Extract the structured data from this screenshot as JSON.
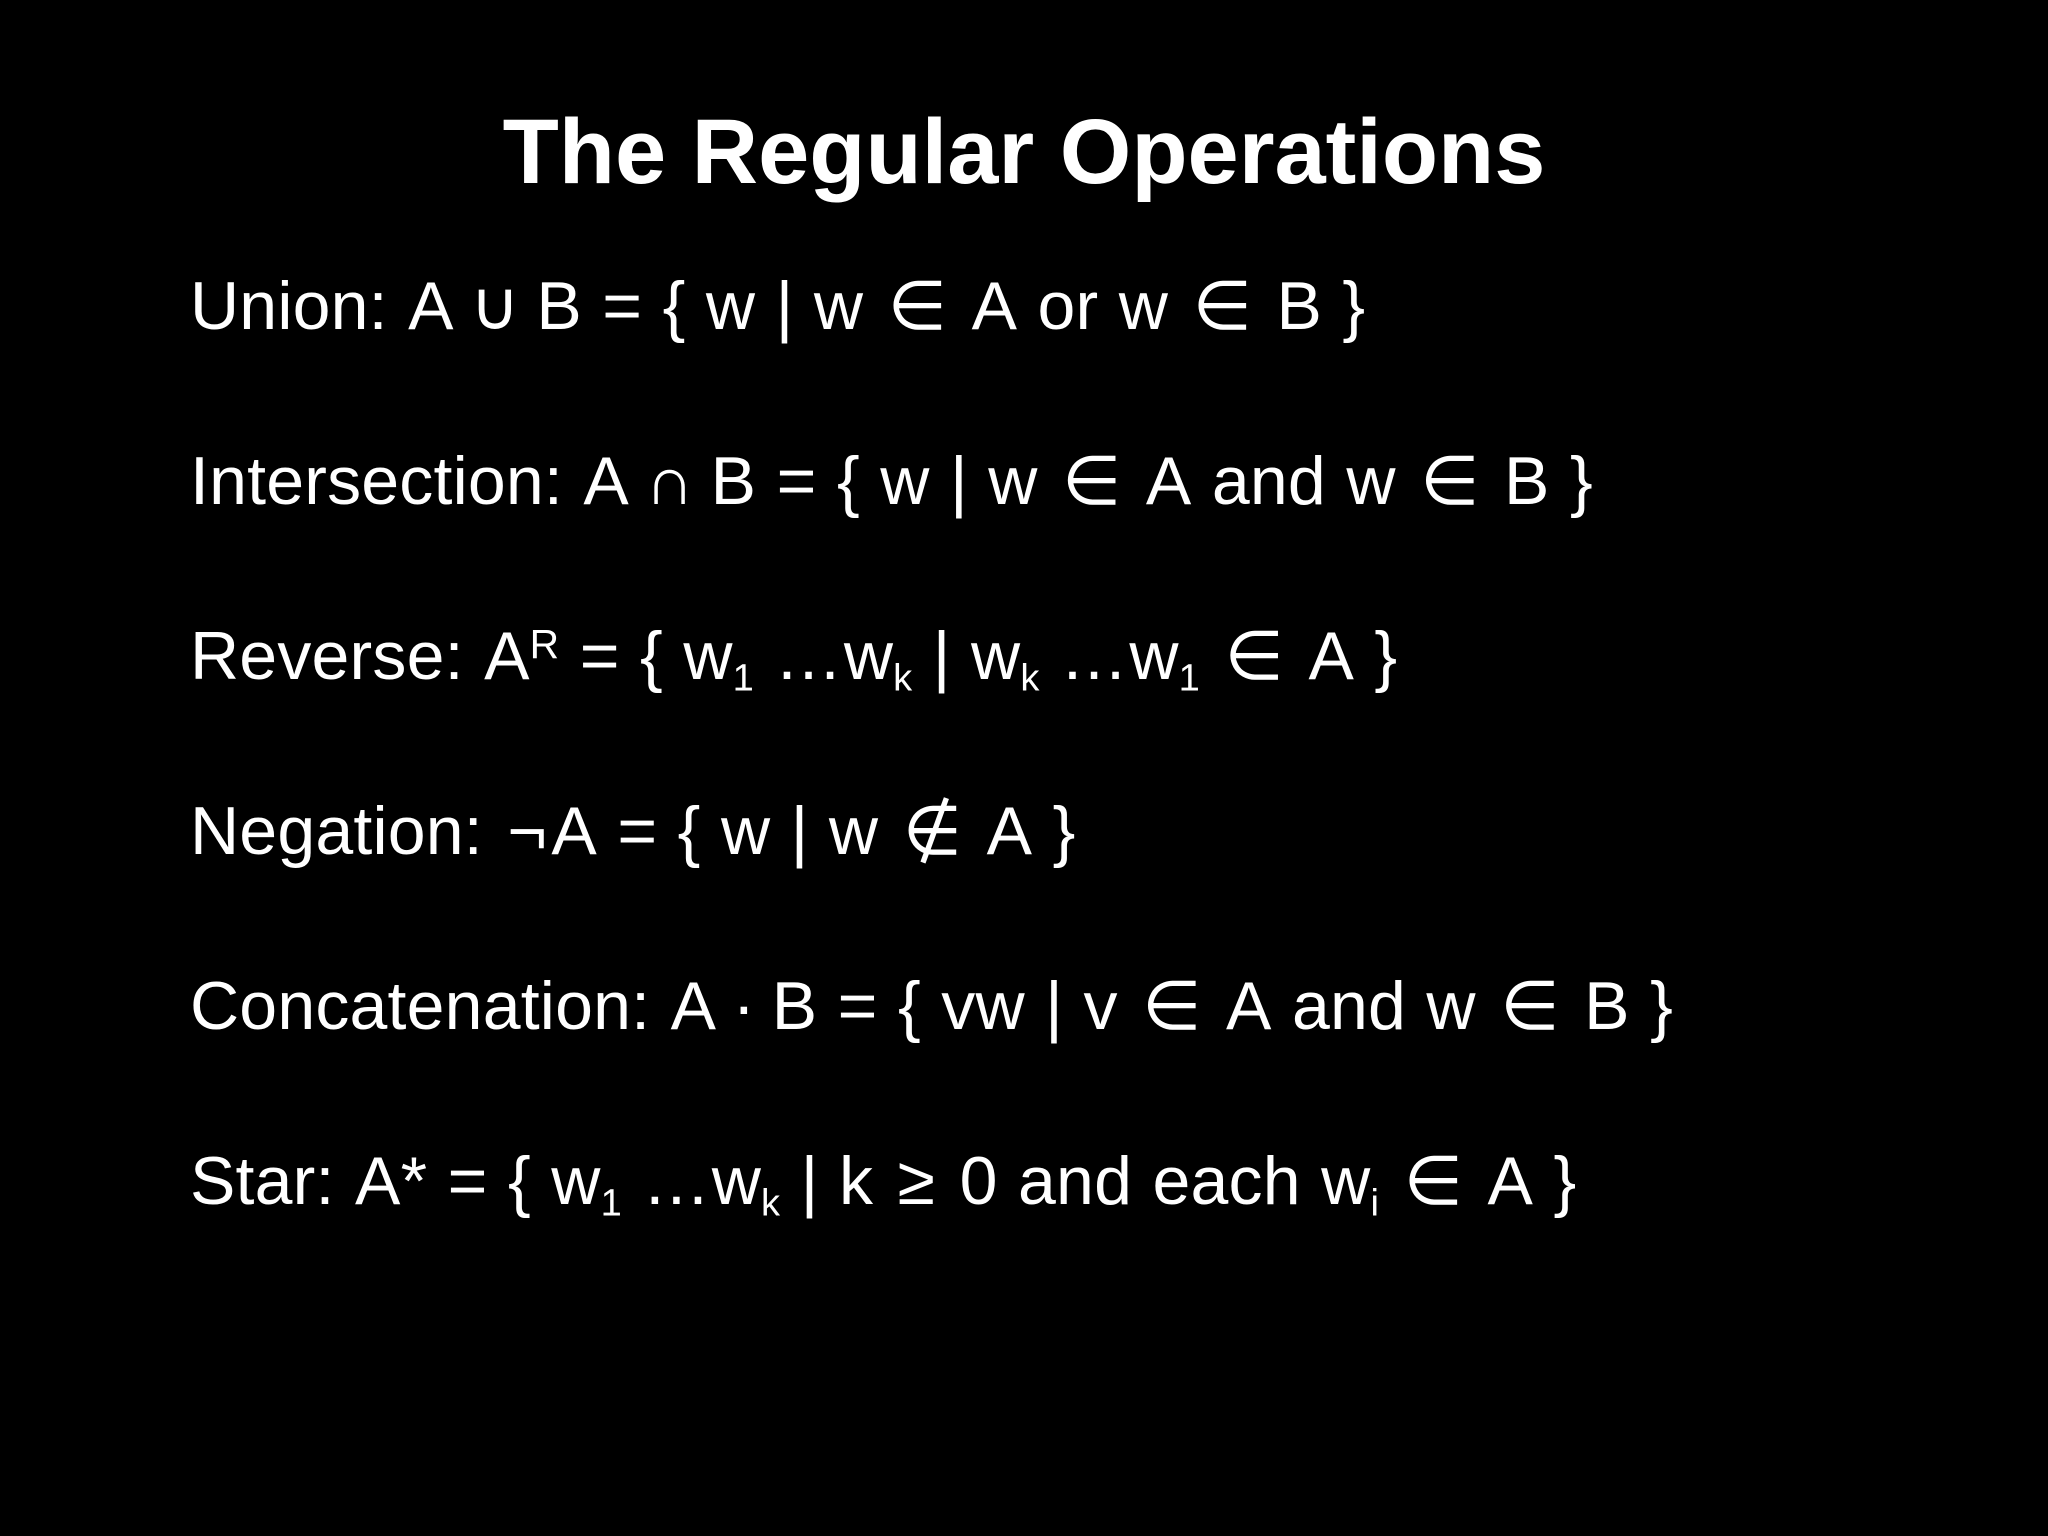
{
  "slide": {
    "background_color": "#000000",
    "text_color": "#ffffff",
    "title": "The Regular Operations"
  },
  "operations": [
    {
      "name": "union",
      "label": "Union:",
      "expression": "A ∪ B = { w | w ∈ A or w ∈ B }",
      "full_text": "Union: A ∪ B = { w | w ∈ A or w ∈ B }",
      "set_symbol": "∪",
      "parts": {
        "lead": "Union:",
        "left_operand": "A",
        "operator": "∪",
        "right_operand": "B",
        "equals": "=",
        "open_brace": "{",
        "element": "w",
        "bar": "|",
        "cond1_var": "w",
        "member1": "∈",
        "cond1_set": "A",
        "connective": "or",
        "cond2_var": "w",
        "member2": "∈",
        "cond2_set": "B",
        "close_brace": "}"
      }
    },
    {
      "name": "intersection",
      "label": "Intersection:",
      "expression": "A ∩ B = { w | w ∈ A and w ∈ B }",
      "full_text": "Intersection: A ∩ B = { w | w ∈ A and w ∈ B }",
      "set_symbol": "∩",
      "parts": {
        "lead": "Intersection:",
        "left_operand": "A",
        "operator": "∩",
        "right_operand": "B",
        "equals": "=",
        "open_brace": "{",
        "element": "w",
        "bar": "|",
        "cond1_var": "w",
        "member1": "∈",
        "cond1_set": "A",
        "connective": "and",
        "cond2_var": "w",
        "member2": "∈",
        "cond2_set": "B",
        "close_brace": "}"
      }
    },
    {
      "name": "reverse",
      "label": "Reverse:",
      "expression": "Aᴿ = { w₁ …wₖ | wₖ …w₁ ∈ A }",
      "full_text": "Reverse: A^R = { w_1 …w_k | w_k …w_1 ∈ A }",
      "set_symbol": "∈",
      "parts": {
        "lead": "Reverse:",
        "base": "A",
        "superscript": "R",
        "equals": "=",
        "open_brace": "{",
        "w": "w",
        "sub_1": "1",
        "sub_k": "k",
        "ellipsis": "…",
        "bar": "|",
        "member": "∈",
        "set": "A",
        "close_brace": "}"
      }
    },
    {
      "name": "negation",
      "label": "Negation:",
      "expression": "¬A = { w | w ∉ A }",
      "full_text": "Negation: ¬A = { w | w ∉ A }",
      "set_symbol": "∉",
      "parts": {
        "lead": "Negation:",
        "not_symbol": "¬",
        "operand": "A",
        "equals": "=",
        "open_brace": "{",
        "element": "w",
        "bar": "|",
        "cond_var": "w",
        "not_member": "∉",
        "cond_set": "A",
        "close_brace": "}"
      }
    },
    {
      "name": "concatenation",
      "label": "Concatenation:",
      "expression": "A · B = { vw | v ∈ A and w ∈ B }",
      "full_text": "Concatenation: A · B = { vw | v ∈ A and w ∈ B }",
      "set_symbol": "·",
      "parts": {
        "lead": "Concatenation:",
        "left_operand": "A",
        "operator": "·",
        "right_operand": "B",
        "equals": "=",
        "open_brace": "{",
        "element": "vw",
        "bar": "|",
        "cond1_var": "v",
        "member1": "∈",
        "cond1_set": "A",
        "connective": "and",
        "cond2_var": "w",
        "member2": "∈",
        "cond2_set": "B",
        "close_brace": "}"
      }
    },
    {
      "name": "star",
      "label": "Star:",
      "expression": "A* = { w₁ …wₖ | k ≥ 0 and each wᵢ ∈ A }",
      "full_text": "Star: A* = { w_1 …w_k | k ≥ 0 and each w_i ∈ A }",
      "set_symbol": "≥",
      "parts": {
        "lead": "Star:",
        "base": "A",
        "star": "*",
        "equals": "=",
        "open_brace": "{",
        "w": "w",
        "sub_1": "1",
        "sub_k": "k",
        "sub_i": "i",
        "ellipsis": "…",
        "bar": "|",
        "k": "k",
        "geq": "≥",
        "zero": "0",
        "connective": "and",
        "each": "each",
        "member": "∈",
        "set": "A",
        "close_brace": "}"
      }
    }
  ]
}
